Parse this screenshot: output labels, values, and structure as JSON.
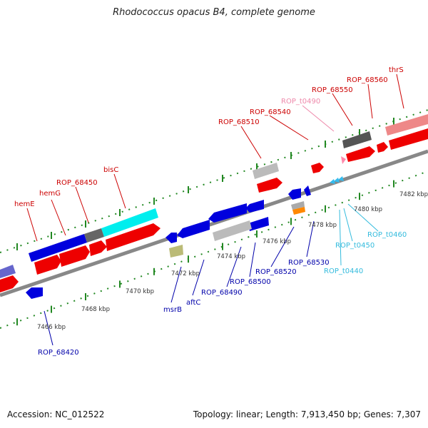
{
  "title": "Rhodococcus opacus B4, complete genome",
  "footer": {
    "accession": "Accession: NC_012522",
    "summary": "Topology: linear; Length: 7,913,450 bp; Genes: 7,307"
  },
  "colors": {
    "red_label": "#cc0000",
    "blue_label": "#0000aa",
    "cyan_label": "#33bbdd",
    "pink_label": "#ee88aa",
    "tick_green": "#228822",
    "axis_gray": "#888888"
  },
  "scale_labels": [
    "7466 kbp",
    "7468 kbp",
    "7470 kbp",
    "7472 kbp",
    "7474 kbp",
    "7476 kbp",
    "7478 kbp",
    "7480 kbp",
    "7482 kbp"
  ],
  "top_labels": [
    {
      "text": "hemE",
      "color": "red"
    },
    {
      "text": "hemG",
      "color": "red"
    },
    {
      "text": "ROP_68450",
      "color": "red"
    },
    {
      "text": "bisC",
      "color": "red"
    },
    {
      "text": "ROP_68510",
      "color": "red"
    },
    {
      "text": "ROP_68540",
      "color": "red"
    },
    {
      "text": "ROP_t0490",
      "color": "pink"
    },
    {
      "text": "ROP_68550",
      "color": "red"
    },
    {
      "text": "ROP_68560",
      "color": "red"
    },
    {
      "text": "thrS",
      "color": "red"
    }
  ],
  "bottom_labels": [
    {
      "text": "ROP_68420",
      "color": "blue"
    },
    {
      "text": "msrB",
      "color": "blue"
    },
    {
      "text": "aftC",
      "color": "blue"
    },
    {
      "text": "ROP_68490",
      "color": "blue"
    },
    {
      "text": "ROP_68500",
      "color": "blue"
    },
    {
      "text": "ROP_68520",
      "color": "blue"
    },
    {
      "text": "ROP_68530",
      "color": "blue"
    },
    {
      "text": "ROP_t0440",
      "color": "cyan"
    },
    {
      "text": "ROP_t0450",
      "color": "cyan"
    },
    {
      "text": "ROP_t0460",
      "color": "cyan"
    }
  ]
}
